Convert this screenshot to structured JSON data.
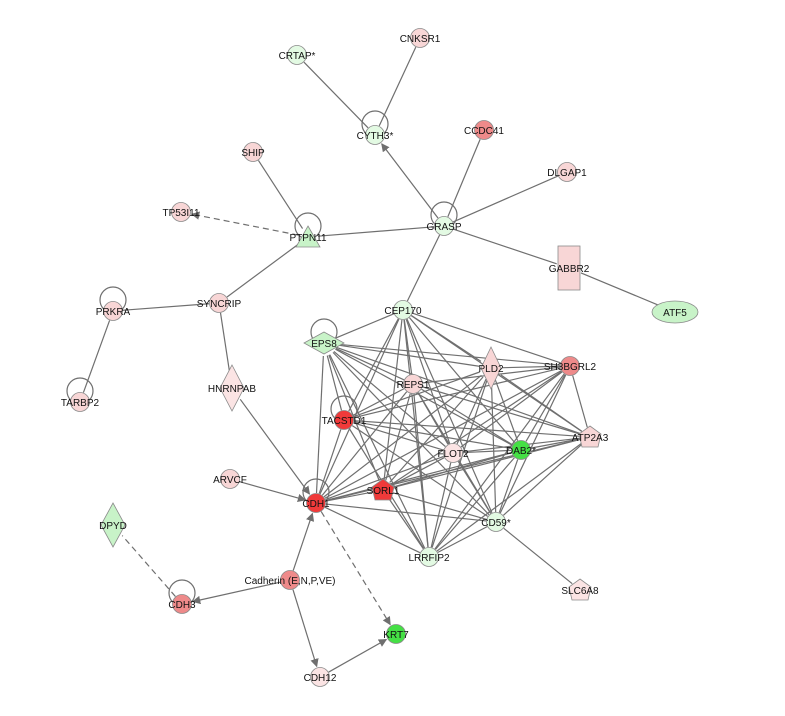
{
  "colors": {
    "strong_red": "#f03a3a",
    "red": "#ee8a8a",
    "light_red": "#f8d6d6",
    "very_light_red": "#fbe4e4",
    "strong_green": "#45e045",
    "light_green": "#c8f3c8",
    "very_light_green": "#e3fae3",
    "edge": "#6f6f6f"
  },
  "nodes": [
    {
      "id": "CRTAP",
      "label": "CRTAP*",
      "shape": "circle",
      "color": "very_light_green"
    },
    {
      "id": "CNKSR1",
      "label": "CNKSR1",
      "shape": "circle",
      "color": "light_red"
    },
    {
      "id": "CYTH3",
      "label": "CYTH3*",
      "shape": "circle",
      "color": "very_light_green"
    },
    {
      "id": "CCDC41",
      "label": "CCDC41",
      "shape": "circle",
      "color": "red"
    },
    {
      "id": "SHIP",
      "label": "SHIP",
      "shape": "circle",
      "color": "light_red"
    },
    {
      "id": "DLGAP1",
      "label": "DLGAP1",
      "shape": "circle",
      "color": "light_red"
    },
    {
      "id": "TP53I11",
      "label": "TP53I11",
      "shape": "circle",
      "color": "light_red"
    },
    {
      "id": "PTPN11",
      "label": "PTPN11",
      "shape": "triangle",
      "color": "light_green"
    },
    {
      "id": "GRASP",
      "label": "GRASP",
      "shape": "circle",
      "color": "very_light_green"
    },
    {
      "id": "GABBR2",
      "label": "GABBR2",
      "shape": "rect",
      "color": "light_red"
    },
    {
      "id": "ATF5",
      "label": "ATF5",
      "shape": "ellipse",
      "color": "light_green"
    },
    {
      "id": "PRKRA",
      "label": "PRKRA",
      "shape": "circle",
      "color": "light_red"
    },
    {
      "id": "SYNCRIP",
      "label": "SYNCRIP",
      "shape": "circle",
      "color": "light_red"
    },
    {
      "id": "CEP170",
      "label": "CEP170",
      "shape": "circle",
      "color": "very_light_green"
    },
    {
      "id": "EPS8",
      "label": "EPS8",
      "shape": "diamond",
      "color": "light_green"
    },
    {
      "id": "PLD2",
      "label": "PLD2",
      "shape": "diamond",
      "color": "light_red"
    },
    {
      "id": "SH3BGRL2",
      "label": "SH3BGRL2",
      "shape": "circle",
      "color": "red"
    },
    {
      "id": "HNRNPAB",
      "label": "HNRNPAB",
      "shape": "diamond",
      "color": "very_light_red"
    },
    {
      "id": "REPS1",
      "label": "REPS1",
      "shape": "circle",
      "color": "light_red"
    },
    {
      "id": "TARBP2",
      "label": "TARBP2",
      "shape": "circle",
      "color": "light_red"
    },
    {
      "id": "TACSTD1",
      "label": "TACSTD1",
      "shape": "circle",
      "color": "strong_red"
    },
    {
      "id": "ATP2A3",
      "label": "ATP2A3",
      "shape": "pentagon",
      "color": "light_red"
    },
    {
      "id": "FLOT2",
      "label": "FLOT2",
      "shape": "circle",
      "color": "very_light_red"
    },
    {
      "id": "DAB2",
      "label": "DAB2*",
      "shape": "circle",
      "color": "strong_green"
    },
    {
      "id": "ARVCF",
      "label": "ARVCF",
      "shape": "circle",
      "color": "light_red"
    },
    {
      "id": "CDH1",
      "label": "CDH1",
      "shape": "circle",
      "color": "strong_red"
    },
    {
      "id": "SORL1",
      "label": "SORL1",
      "shape": "pentagon",
      "color": "strong_red"
    },
    {
      "id": "CD59",
      "label": "CD59*",
      "shape": "circle",
      "color": "very_light_green"
    },
    {
      "id": "DPYD",
      "label": "DPYD",
      "shape": "diamond",
      "color": "light_green"
    },
    {
      "id": "LRRFIP2",
      "label": "LRRFIP2",
      "shape": "circle",
      "color": "very_light_green"
    },
    {
      "id": "CADHERIN",
      "label": "Cadherin (E,N,P,VE)",
      "shape": "circle",
      "color": "red"
    },
    {
      "id": "SLC6A8",
      "label": "SLC6A8",
      "shape": "pentagon",
      "color": "very_light_red"
    },
    {
      "id": "CDH3",
      "label": "CDH3",
      "shape": "circle",
      "color": "red"
    },
    {
      "id": "KRT7",
      "label": "KRT7",
      "shape": "circle",
      "color": "strong_green"
    },
    {
      "id": "CDH12",
      "label": "CDH12",
      "shape": "circle",
      "color": "very_light_red"
    }
  ],
  "self_loops": [
    "CYTH3",
    "PTPN11",
    "GRASP",
    "PRKRA",
    "TARBP2",
    "EPS8",
    "TACSTD1",
    "CDH1",
    "CDH3"
  ],
  "edges": [
    {
      "from": "CRTAP",
      "to": "CYTH3",
      "style": "solid",
      "arrow": false
    },
    {
      "from": "CNKSR1",
      "to": "CYTH3",
      "style": "solid",
      "arrow": false
    },
    {
      "from": "GRASP",
      "to": "CYTH3",
      "style": "solid",
      "arrow": true
    },
    {
      "from": "CCDC41",
      "to": "GRASP",
      "style": "solid",
      "arrow": false
    },
    {
      "from": "DLGAP1",
      "to": "GRASP",
      "style": "solid",
      "arrow": false
    },
    {
      "from": "GRASP",
      "to": "GABBR2",
      "style": "solid",
      "arrow": false
    },
    {
      "from": "GABBR2",
      "to": "ATF5",
      "style": "solid",
      "arrow": false
    },
    {
      "from": "GRASP",
      "to": "PTPN11",
      "style": "solid",
      "arrow": false
    },
    {
      "from": "GRASP",
      "to": "CEP170",
      "style": "solid",
      "arrow": false
    },
    {
      "from": "SHIP",
      "to": "PTPN11",
      "style": "solid",
      "arrow": false
    },
    {
      "from": "PTPN11",
      "to": "TP53I11",
      "style": "dashed",
      "arrow": true
    },
    {
      "from": "PTPN11",
      "to": "SYNCRIP",
      "style": "solid",
      "arrow": false
    },
    {
      "from": "SYNCRIP",
      "to": "PRKRA",
      "style": "solid",
      "arrow": false
    },
    {
      "from": "SYNCRIP",
      "to": "HNRNPAB",
      "style": "solid",
      "arrow": false
    },
    {
      "from": "PRKRA",
      "to": "TARBP2",
      "style": "solid",
      "arrow": false
    },
    {
      "from": "HNRNPAB",
      "to": "CDH1",
      "style": "solid",
      "arrow": true
    },
    {
      "from": "ARVCF",
      "to": "CDH1",
      "style": "solid",
      "arrow": true
    },
    {
      "from": "CADHERIN",
      "to": "CDH1",
      "style": "solid",
      "arrow": true
    },
    {
      "from": "CADHERIN",
      "to": "CDH3",
      "style": "solid",
      "arrow": true
    },
    {
      "from": "CADHERIN",
      "to": "CDH12",
      "style": "solid",
      "arrow": true
    },
    {
      "from": "CDH12",
      "to": "KRT7",
      "style": "solid",
      "arrow": true
    },
    {
      "from": "CDH1",
      "to": "KRT7",
      "style": "dashed",
      "arrow": true
    },
    {
      "from": "CDH3",
      "to": "DPYD",
      "style": "dashed",
      "arrow": false
    },
    {
      "from": "CD59",
      "to": "SLC6A8",
      "style": "solid",
      "arrow": false
    }
  ],
  "cluster": [
    "CEP170",
    "EPS8",
    "PLD2",
    "SH3BGRL2",
    "REPS1",
    "TACSTD1",
    "ATP2A3",
    "FLOT2",
    "DAB2",
    "CDH1",
    "SORL1",
    "CD59",
    "LRRFIP2"
  ],
  "cluster_missing_pairs": [
    [
      "TACSTD1",
      "SORL1"
    ],
    [
      "REPS1",
      "PLD2"
    ]
  ]
}
